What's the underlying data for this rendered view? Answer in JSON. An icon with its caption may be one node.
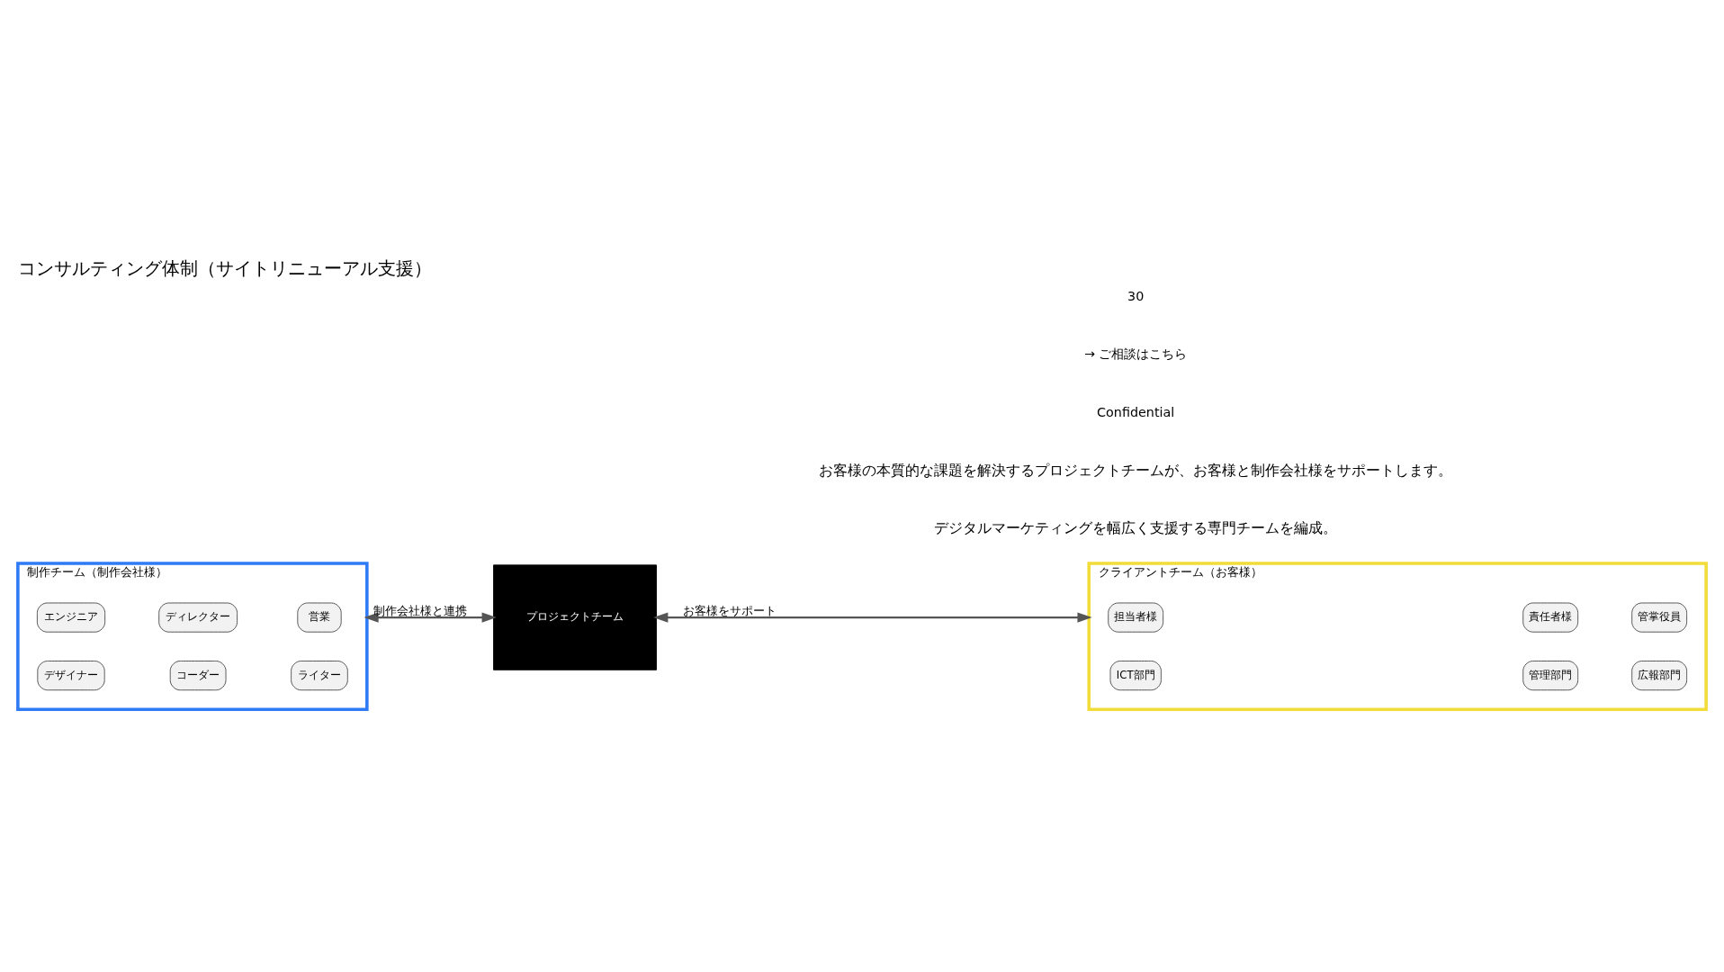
{
  "diagram": {
    "title": "コンサルティング体制（サイトリニューアル支援）",
    "nodes": [
      {
        "text": [
          "制作チーム（制作会社様）"
        ]
      },
      {
        "text": [
          "エンジニア"
        ],
        "in": 0
      },
      {
        "text": [
          "ディレクター"
        ],
        "in": 0
      },
      {
        "text": [
          "営業"
        ],
        "in": 0
      },
      {
        "text": [
          "デザイナー"
        ],
        "in": 0
      },
      {
        "text": [
          "コーダー"
        ],
        "in": 0
      },
      {
        "text": [
          "ライター"
        ],
        "in": 0
      },
      {
        "text": [
          "プロジェクトチーム"
        ]
      },
      {
        "text": [
          "クライアントチーム（お客様）"
        ]
      },
      {
        "text": [
          "担当者様"
        ],
        "in": 8
      },
      {
        "text": [
          "責任者様"
        ],
        "in": 8
      },
      {
        "text": [
          "管掌役員"
        ],
        "in": 8
      },
      {
        "text": [
          "ICT部門"
        ],
        "in": 8
      },
      {
        "text": [
          "管理部門"
        ],
        "in": 8
      },
      {
        "text": [
          "広報部門"
        ],
        "in": 8
      }
    ],
    "edges": [
      {
        "from": 0,
        "to": 7,
        "arrow": "both",
        "label": "制作会社様と連携"
      },
      {
        "from": 7,
        "to": 8,
        "arrow": "both",
        "label": "お客様をサポート"
      }
    ],
    "labels": [
      "デジタルマーケティングを幅広く支援する専門チームを編成。",
      "お客様の本質的な課題を解決するプロジェクトチームが、お客様と制作会社様をサポートします。",
      "Confidential",
      "→ ご相談はこちら",
      "30"
    ]
  }
}
